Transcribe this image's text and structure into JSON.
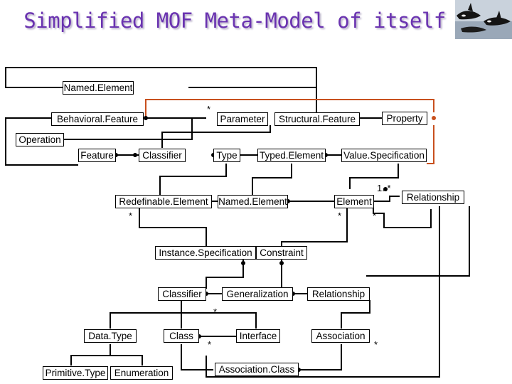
{
  "title": "Simplified MOF Meta-Model of itself",
  "colors": {
    "title": "#6a33b0",
    "line": "#000000",
    "highlight_line": "#c8501e"
  },
  "classes": {
    "named_element_top": "Named.Element",
    "behavioral_feature": "Behavioral.Feature",
    "parameter": "Parameter",
    "structural_feature": "Structural.Feature",
    "property": "Property",
    "operation": "Operation",
    "feature": "Feature",
    "classifier_mid": "Classifier",
    "type": "Type",
    "typed_element": "Typed.Element",
    "value_specification": "Value.Specification",
    "redefinable_element": "Redefinable.Element",
    "named_element_mid": "Named.Element",
    "element": "Element",
    "relationship_right": "Relationship",
    "instance_specification": "Instance.Specification",
    "constraint": "Constraint",
    "classifier_low": "Classifier",
    "generalization": "Generalization",
    "relationship_low": "Relationship",
    "data_type": "Data.Type",
    "class": "Class",
    "interface": "Interface",
    "association": "Association",
    "primitive_type": "Primitive.Type",
    "enumeration": "Enumeration",
    "association_class": "Association.Class"
  },
  "multiplicities": {
    "parameter_star": "*",
    "redefinable_star": "*",
    "element_star_left": "*",
    "element_star_right": "*",
    "element_one_many": "1..*",
    "generalization_star": "*",
    "class_star": "*",
    "association_star": "*"
  }
}
